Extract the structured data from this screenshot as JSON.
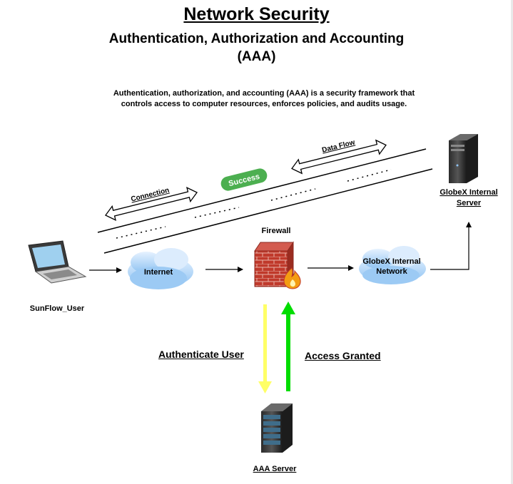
{
  "title": "Network Security",
  "subtitle_line1": "Authentication, Authorization and Accounting",
  "subtitle_line2": "(AAA)",
  "description_line1": "Authentication, authorization, and accounting (AAA) is a security framework that",
  "description_line2": "controls access to computer resources, enforces policies, and audits usage.",
  "nodes": {
    "user": "SunFlow_User",
    "internet": "Internet",
    "firewall": "Firewall",
    "internal_network_line1": "GlobeX Internal",
    "internal_network_line2": "Network",
    "internal_server_line1": "GlobeX Internal",
    "internal_server_line2": "Server",
    "aaa_server": "AAA Server"
  },
  "tunnel": {
    "connection": "Connection",
    "data_flow": "Data Flow",
    "status": "Success"
  },
  "flows": {
    "authenticate": "Authenticate User",
    "granted": "Access Granted"
  },
  "colors": {
    "authenticate_arrow": "#ffff66",
    "granted_arrow": "#00dd00",
    "success_badge": "#4caf50",
    "firewall_brick": "#c0392b"
  }
}
